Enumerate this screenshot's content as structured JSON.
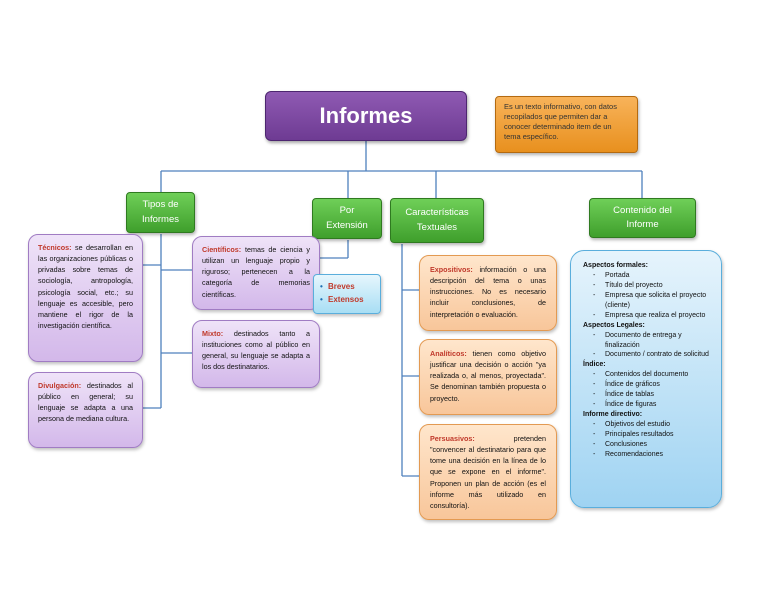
{
  "title": "Informes",
  "definition": "Es un texto informativo, con datos recopilados que permiten dar a conocer determinado item de un tema específico.",
  "branches": {
    "tipos": "Tipos de Informes",
    "extension": "Por Extensión",
    "caracteristicas": "Características Textuales",
    "contenido": "Contenido del Informe"
  },
  "tipos": {
    "tecnicos_term": "Técnicos:",
    "tecnicos_text": "se desarrollan en las organizaciones públicas o privadas sobre temas de sociología, antropología, psicología social, etc.; su lenguaje es accesible, pero mantiene el rigor de la investigación científica.",
    "divulgacion_term": "Divulgación:",
    "divulgacion_text": "destinados al público en general; su lenguaje se adapta a una persona de mediana cultura.",
    "cientificos_term": "Científicos:",
    "cientificos_text": "temas de ciencia y utilizan un lenguaje propio y riguroso; pertenecen a la categoría de memorias científicas.",
    "mixto_term": "Mixto:",
    "mixto_text": "destinados tanto a instituciones como al público en general, su lenguaje se adapta a los dos destinatarios."
  },
  "extension": {
    "items": [
      "Breves",
      "Extensos"
    ]
  },
  "caracteristicas": {
    "expositivos_term": "Expositivos:",
    "expositivos_text": "información o una descripción del tema o unas instrucciones. No es necesario incluir conclusiones, de interpretación o evaluación.",
    "analiticos_term": "Analíticos:",
    "analiticos_text": "tienen como objetivo justificar una decisión o acción \"ya realizada o, al menos, proyectada\". Se denominan también propuesta o proyecto.",
    "persuasivos_term": "Persuasivos:",
    "persuasivos_text": "pretenden \"convencer al destinatario para que tome una decisión en la línea de lo que se expone en el informe\". Proponen un plan de acción (es el informe más utilizado en consultoría)."
  },
  "contenido": {
    "formales_title": "Aspectos formales:",
    "formales": [
      "Portada",
      "Título del proyecto",
      "Empresa que solicita el proyecto (cliente)",
      "Empresa que realiza el proyecto"
    ],
    "legales_title": "Aspectos Legales:",
    "legales": [
      "Documento de entrega y finalización",
      "Documento / contrato de solicitud"
    ],
    "indice_title": "Índice:",
    "indice": [
      "Contenidos del documento",
      "Índice de gráficos",
      "Índice de tablas",
      "Índice de figuras"
    ],
    "directivo_title": "Informe directivo:",
    "directivo": [
      "Objetivos del estudio",
      "Principales resultados",
      "Conclusiones",
      "Recomendaciones"
    ]
  },
  "colors": {
    "line": "#4f81bd",
    "title": "#7030a0",
    "green": "#4caf3a",
    "orange": "#f4a340",
    "blue": "#9fd3f2"
  }
}
